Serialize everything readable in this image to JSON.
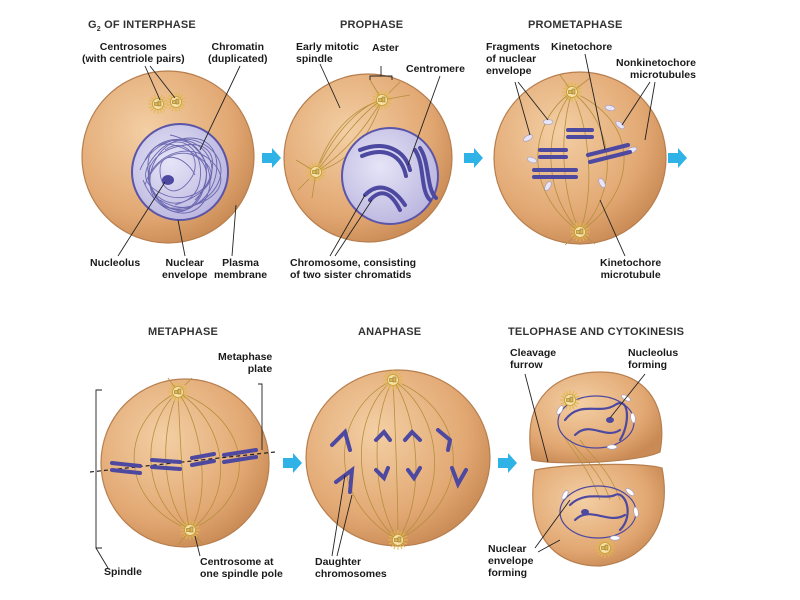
{
  "colors": {
    "cell": "#e0a877",
    "cell_edge": "#b77f4f",
    "nucleus": "#c9c6e6",
    "chromosome": "#5a55a8",
    "spindle": "#b58f3c",
    "arrow": "#2fb3e6",
    "centrosome": "#f2d98a"
  },
  "panels": {
    "g2": {
      "title_main": "G",
      "title_sub": "2",
      "title_rest": " OF INTERPHASE",
      "labels": {
        "centrosomes": "Centrosomes\n(with centriole pairs)",
        "chromatin": "Chromatin\n(duplicated)",
        "nucleolus": "Nucleolus",
        "nuclear_envelope": "Nuclear\nenvelope",
        "plasma_membrane": "Plasma\nmembrane"
      }
    },
    "prophase": {
      "title": "PROPHASE",
      "labels": {
        "early_spindle": "Early mitotic\nspindle",
        "aster": "Aster",
        "centromere": "Centromere",
        "chromosome": "Chromosome, consisting\nof two sister chromatids"
      }
    },
    "prometaphase": {
      "title": "PROMETAPHASE",
      "labels": {
        "fragments": "Fragments\nof nuclear\nenvelope",
        "kinetochore": "Kinetochore",
        "nonkinetochore": "Nonkinetochore\nmicrotubules",
        "kinetochore_mt": "Kinetochore\nmicrotubule"
      }
    },
    "metaphase": {
      "title": "METAPHASE",
      "labels": {
        "metaphase_plate": "Metaphase\nplate",
        "spindle": "Spindle",
        "centrosome_pole": "Centrosome at\none spindle pole"
      }
    },
    "anaphase": {
      "title": "ANAPHASE",
      "labels": {
        "daughter": "Daughter\nchromosomes"
      }
    },
    "telophase": {
      "title": "TELOPHASE AND CYTOKINESIS",
      "labels": {
        "cleavage": "Cleavage\nfurrow",
        "nucleolus_forming": "Nucleolus\nforming",
        "nuclear_env_forming": "Nuclear\nenvelope\nforming"
      }
    }
  }
}
